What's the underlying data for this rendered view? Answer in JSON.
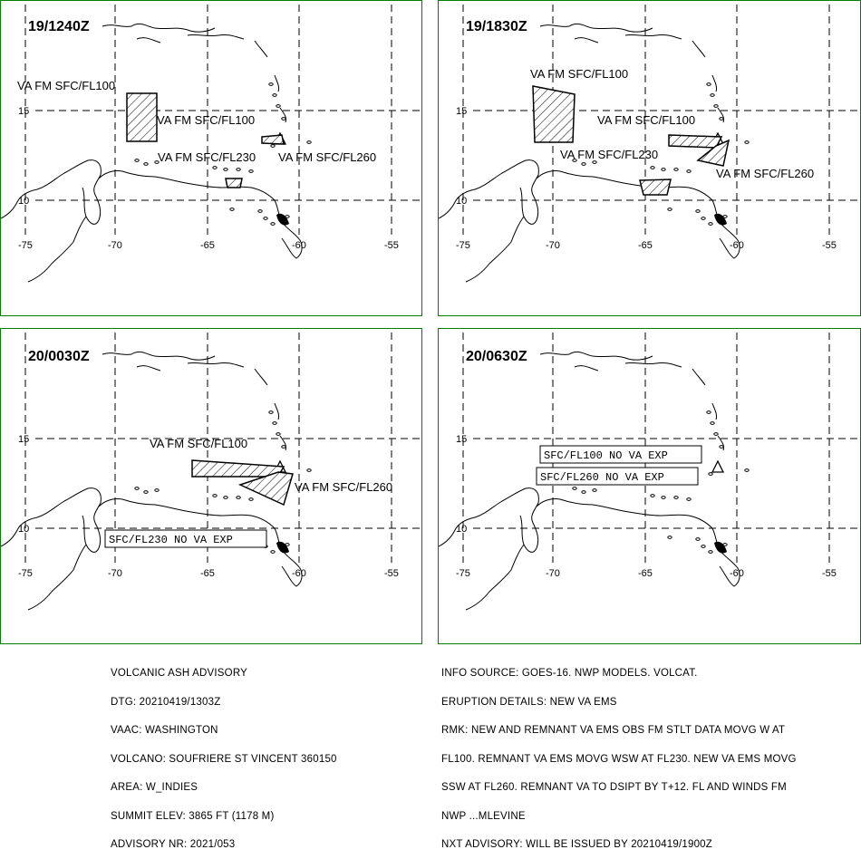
{
  "map": {
    "lon_ticks": [
      "-75",
      "-70",
      "-65",
      "-60",
      "-55"
    ],
    "lat_ticks": [
      "15",
      "10"
    ]
  },
  "panels": [
    {
      "time": "19/1240Z",
      "labels": [
        "VA FM SFC/FL100",
        "VA FM SFC/FL100",
        "VA FM SFC/FL230",
        "VA FM SFC/FL260"
      ],
      "boxed_labels": []
    },
    {
      "time": "19/1830Z",
      "labels": [
        "VA FM SFC/FL100",
        "VA FM SFC/FL100",
        "VA FM SFC/FL230",
        "VA FM SFC/FL260"
      ],
      "boxed_labels": []
    },
    {
      "time": "20/0030Z",
      "labels": [
        "VA FM SFC/FL100",
        "VA FM SFC/FL260"
      ],
      "boxed_labels": [
        "SFC/FL230 NO VA EXP"
      ]
    },
    {
      "time": "20/0630Z",
      "labels": [],
      "boxed_labels": [
        "SFC/FL100 NO VA EXP",
        "SFC/FL260 NO VA EXP"
      ]
    }
  ],
  "advisory_left": [
    "VOLCANIC ASH ADVISORY",
    "DTG: 20210419/1303Z",
    "VAAC: WASHINGTON",
    "VOLCANO: SOUFRIERE ST VINCENT 360150",
    "AREA: W_INDIES",
    "SUMMIT ELEV: 3865 FT (1178 M)",
    "ADVISORY NR: 2021/053"
  ],
  "advisory_right": [
    "INFO SOURCE: GOES-16. NWP MODELS. VOLCAT.",
    "ERUPTION DETAILS: NEW VA EMS",
    "RMK: NEW AND REMNANT VA EMS OBS FM STLT DATA MOVG W AT",
    "FL100. REMNANT VA EMS MOVG WSW AT FL230. NEW VA EMS MOVG",
    "SSW AT FL260. REMNANT VA TO DSIPT BY T+12. FL AND WINDS FM",
    "NWP ...MLEVINE",
    "NXT ADVISORY: WILL BE ISSUED BY 20210419/1900Z"
  ]
}
